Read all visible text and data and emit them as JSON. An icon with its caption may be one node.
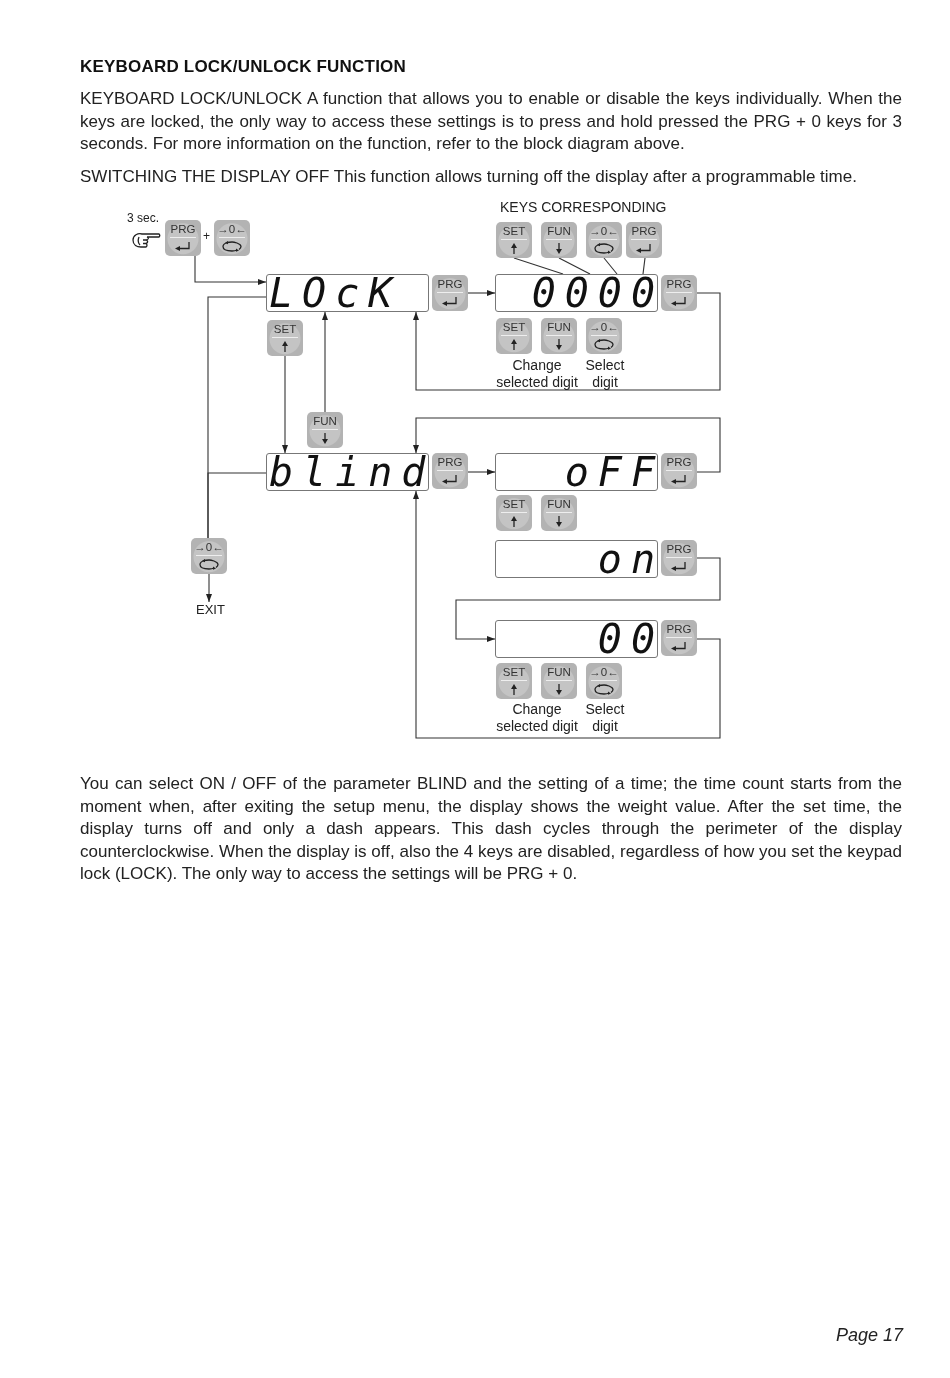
{
  "diagram": {
    "title": "KEYBOARD LOCK/UNLOCK FUNCTION",
    "nodes": [
      {
        "text": [
          "PRG"
        ]
      },
      {
        "text": [
          "→0←"
        ]
      },
      {
        "text": [
          "LOcK"
        ]
      },
      {
        "text": [
          "PRG"
        ]
      },
      {
        "text": [
          "SET"
        ]
      },
      {
        "text": [
          "FUN"
        ]
      },
      {
        "text": [
          "→0←"
        ]
      },
      {
        "text": [
          "PRG"
        ]
      },
      {
        "text": [
          "0000"
        ]
      },
      {
        "text": [
          "PRG"
        ]
      },
      {
        "text": [
          "SET"
        ]
      },
      {
        "text": [
          "SET"
        ]
      },
      {
        "text": [
          "FUN"
        ]
      },
      {
        "text": [
          "→0←"
        ]
      },
      {
        "text": [
          "FUN"
        ]
      },
      {
        "text": [
          "blind"
        ]
      },
      {
        "text": [
          "PRG"
        ]
      },
      {
        "text": [
          "oFF"
        ]
      },
      {
        "text": [
          "PRG"
        ]
      },
      {
        "text": [
          "SET"
        ]
      },
      {
        "text": [
          "FUN"
        ]
      },
      {
        "text": [
          "on"
        ]
      },
      {
        "text": [
          "PRG"
        ]
      },
      {
        "text": [
          "→0←"
        ]
      },
      {
        "text": [
          "EXIT"
        ]
      },
      {
        "text": [
          "00"
        ]
      },
      {
        "text": [
          "PRG"
        ]
      },
      {
        "text": [
          "SET"
        ]
      },
      {
        "text": [
          "FUN"
        ]
      },
      {
        "text": [
          "→0←"
        ]
      }
    ],
    "edges": [
      {
        "from": 0,
        "to": 2,
        "arrow": "to"
      },
      {
        "from": 3,
        "to": 8,
        "arrow": "to"
      },
      {
        "from": 9,
        "to": 2,
        "arrow": "to"
      },
      {
        "from": 4,
        "to": 8,
        "arrow": "none"
      },
      {
        "from": 5,
        "to": 8,
        "arrow": "none"
      },
      {
        "from": 6,
        "to": 8,
        "arrow": "none"
      },
      {
        "from": 7,
        "to": 8,
        "arrow": "none"
      },
      {
        "from": 10,
        "to": 15,
        "arrow": "to"
      },
      {
        "from": 14,
        "to": 2,
        "arrow": "to"
      },
      {
        "from": 2,
        "to": 23,
        "arrow": "none"
      },
      {
        "from": 15,
        "to": 23,
        "arrow": "none"
      },
      {
        "from": 23,
        "to": 24,
        "arrow": "to"
      },
      {
        "from": 16,
        "to": 17,
        "arrow": "to"
      },
      {
        "from": 18,
        "to": 15,
        "arrow": "to"
      },
      {
        "from": 22,
        "to": 25,
        "arrow": "to"
      },
      {
        "from": 26,
        "to": 15,
        "arrow": "to"
      }
    ],
    "labels": [
      "KEYBOARD LOCK/UNLOCK A function that allows you to enable or disable the keys individually. When the keys are locked, the only way to access these settings is to press and hold pressed the PRG + 0 keys for 3 seconds. For more information on the function, refer to the block diagram above.",
      "SWITCHING THE DISPLAY OFF This function allows turning off the display after a programmable time.",
      "3 sec.",
      "+",
      "KEYS CORRESPONDING",
      "Change selected digit",
      "Select digit",
      "Change selected digit",
      "Select digit",
      "You can select ON / OFF of the parameter BLIND and the setting of a time; the time count starts from the moment when, after exiting the setup menu, the display shows the weight value. After the set time, the display turns off and only a dash appears. This dash cycles through the perimeter of the display counterclockwise. When the display is off, also the 4 keys are disabled, regardless of how you set the keypad lock (LOCK). The only way to access the settings will be PRG + 0.",
      "Page 17"
    ]
  }
}
